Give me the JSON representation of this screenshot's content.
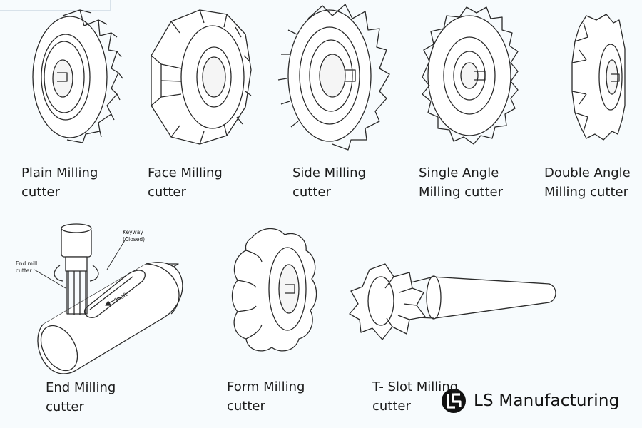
{
  "cutters": [
    {
      "line1": "Plain Milling",
      "line2": "cutter"
    },
    {
      "line1": "Face Milling",
      "line2": "cutter"
    },
    {
      "line1": "Side Milling",
      "line2": "cutter"
    },
    {
      "line1": "Single Angle",
      "line2": "Milling cutter"
    },
    {
      "line1": "Double Angle",
      "line2": "Milling cutter"
    },
    {
      "line1": "End Milling",
      "line2": "cutter"
    },
    {
      "line1": "Form Milling",
      "line2": "cutter"
    },
    {
      "line1": "T- Slot Milling",
      "line2": "cutter"
    }
  ],
  "end_mill_callouts": {
    "end_mill": "End mill",
    "cutter": "cutter",
    "keyway": "Keyway",
    "closed": "(Closed)",
    "shaft": "Shaft"
  },
  "brand": {
    "name": "LS Manufacturing",
    "icon": "ls-logo-icon"
  }
}
